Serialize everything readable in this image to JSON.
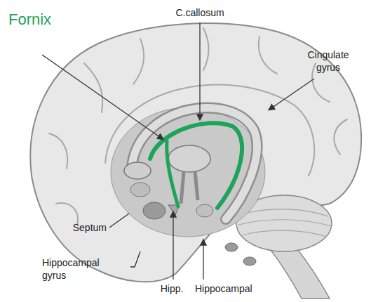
{
  "diagram": {
    "labels": [
      "Fornix",
      "C.callosum",
      "Cingulate gyrus",
      "Septum",
      "Hippocampal gyrus",
      "Hipp.",
      "Hippocampal"
    ]
  }
}
